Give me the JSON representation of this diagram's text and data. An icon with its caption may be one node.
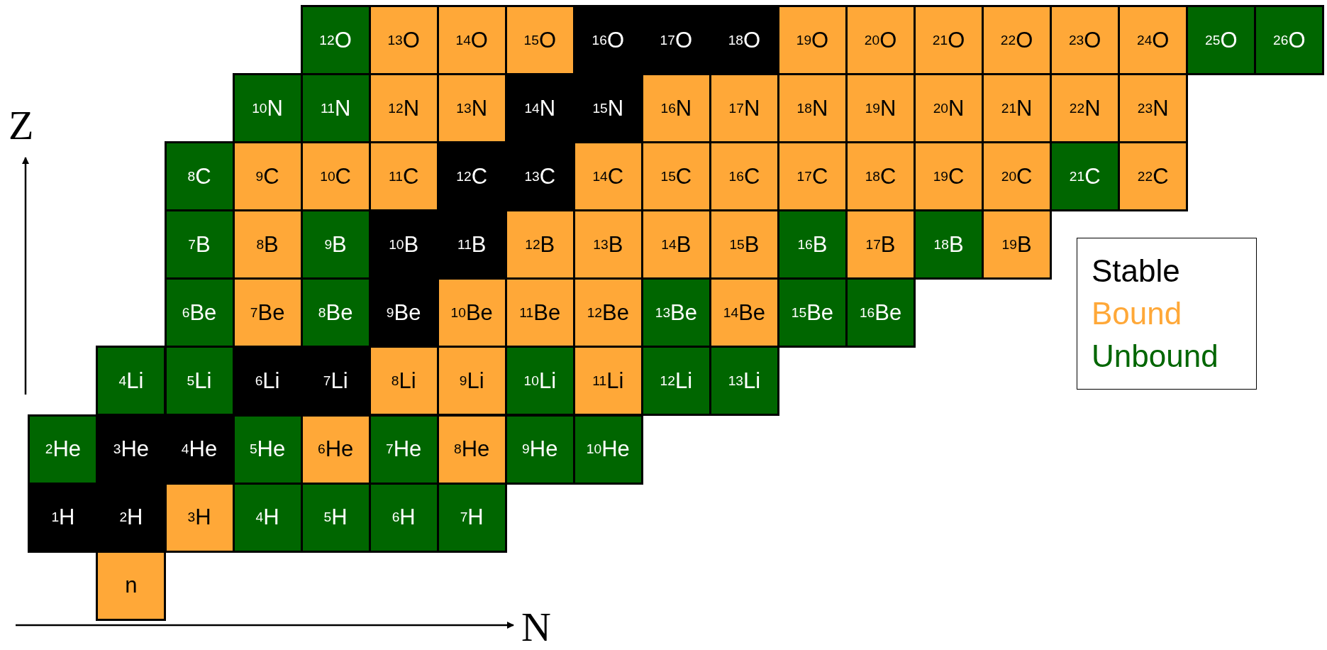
{
  "diagram": {
    "nodes": [
      {
        "text": [
          "$^{12}$O"
        ]
      },
      {
        "text": [
          "$^{13}$O"
        ]
      },
      {
        "text": [
          "$^{14}$O"
        ]
      },
      {
        "text": [
          "$^{15}$O"
        ]
      },
      {
        "text": [
          "$^{16}$O"
        ]
      },
      {
        "text": [
          "$^{17}$O"
        ]
      },
      {
        "text": [
          "$^{18}$O"
        ]
      },
      {
        "text": [
          "$^{19}$O"
        ]
      },
      {
        "text": [
          "$^{20}$O"
        ]
      },
      {
        "text": [
          "$^{21}$O"
        ]
      },
      {
        "text": [
          "$^{22}$O"
        ]
      },
      {
        "text": [
          "$^{23}$O"
        ]
      },
      {
        "text": [
          "$^{24}$O"
        ]
      },
      {
        "text": [
          "$^{25}$O"
        ]
      },
      {
        "text": [
          "$^{26}$O"
        ]
      },
      {
        "text": [
          "$^{10}$N"
        ]
      },
      {
        "text": [
          "$^{11}$N"
        ]
      },
      {
        "text": [
          "$^{12}$N"
        ]
      },
      {
        "text": [
          "$^{13}$N"
        ]
      },
      {
        "text": [
          "$^{14}$N"
        ]
      },
      {
        "text": [
          "$^{15}$N"
        ]
      },
      {
        "text": [
          "$^{16}$N"
        ]
      },
      {
        "text": [
          "$^{17}$N"
        ]
      },
      {
        "text": [
          "$^{18}$N"
        ]
      },
      {
        "text": [
          "$^{19}$N"
        ]
      },
      {
        "text": [
          "$^{20}$N"
        ]
      },
      {
        "text": [
          "$^{21}$N"
        ]
      },
      {
        "text": [
          "$^{22}$N"
        ]
      },
      {
        "text": [
          "$^{23}$N"
        ]
      },
      {
        "text": [
          "$^{8}$C"
        ]
      },
      {
        "text": [
          "$^{9}$C"
        ]
      },
      {
        "text": [
          "$^{10}$C"
        ]
      },
      {
        "text": [
          "$^{11}$C"
        ]
      },
      {
        "text": [
          "$^{12}$C"
        ]
      },
      {
        "text": [
          "$^{13}$C"
        ]
      },
      {
        "text": [
          "$^{14}$C"
        ]
      },
      {
        "text": [
          "$^{15}$C"
        ]
      },
      {
        "text": [
          "$^{16}$C"
        ]
      },
      {
        "text": [
          "$^{17}$C"
        ]
      },
      {
        "text": [
          "$^{18}$C"
        ]
      },
      {
        "text": [
          "$^{19}$C"
        ]
      },
      {
        "text": [
          "$^{20}$C"
        ]
      },
      {
        "text": [
          "$^{21}$C"
        ]
      },
      {
        "text": [
          "$^{22}$C"
        ]
      },
      {
        "text": [
          "$^{7}$B"
        ]
      },
      {
        "text": [
          "$^{8}$B"
        ]
      },
      {
        "text": [
          "$^{9}$B"
        ]
      },
      {
        "text": [
          "$^{10}$B"
        ]
      },
      {
        "text": [
          "$^{11}$B"
        ]
      },
      {
        "text": [
          "$^{12}$B"
        ]
      },
      {
        "text": [
          "$^{13}$B"
        ]
      },
      {
        "text": [
          "$^{14}$B"
        ]
      },
      {
        "text": [
          "$^{15}$B"
        ]
      },
      {
        "text": [
          "$^{16}$B"
        ]
      },
      {
        "text": [
          "$^{17}$B"
        ]
      },
      {
        "text": [
          "$^{18}$B"
        ]
      },
      {
        "text": [
          "$^{19}$B"
        ]
      },
      {
        "text": [
          "$^{6}$Be"
        ]
      },
      {
        "text": [
          "$^{7}$Be"
        ]
      },
      {
        "text": [
          "$^{8}$Be"
        ]
      },
      {
        "text": [
          "$^{9}$Be"
        ]
      },
      {
        "text": [
          "$^{10}$Be"
        ]
      },
      {
        "text": [
          "$^{11}$Be"
        ]
      },
      {
        "text": [
          "$^{12}$Be"
        ]
      },
      {
        "text": [
          "$^{13}$Be"
        ]
      },
      {
        "text": [
          "$^{14}$Be"
        ]
      },
      {
        "text": [
          "$^{15}$Be"
        ]
      },
      {
        "text": [
          "$^{16}$Be"
        ]
      },
      {
        "text": [
          "$^{4}$Li"
        ]
      },
      {
        "text": [
          "$^{5}$Li"
        ]
      },
      {
        "text": [
          "$^{6}$Li"
        ]
      },
      {
        "text": [
          "$^{7}$Li"
        ]
      },
      {
        "text": [
          "$^{8}$Li"
        ]
      },
      {
        "text": [
          "$^{9}$Li"
        ]
      },
      {
        "text": [
          "$^{10}$Li"
        ]
      },
      {
        "text": [
          "$^{11}$Li"
        ]
      },
      {
        "text": [
          "$^{12}$Li"
        ]
      },
      {
        "text": [
          "$^{13}$Li"
        ]
      },
      {
        "text": [
          "$^{2}$He"
        ]
      },
      {
        "text": [
          "$^{3}$He"
        ]
      },
      {
        "text": [
          "$^{4}$He"
        ]
      },
      {
        "text": [
          "$^{5}$He"
        ]
      },
      {
        "text": [
          "$^{6}$He"
        ]
      },
      {
        "text": [
          "$^{7}$He"
        ]
      },
      {
        "text": [
          "$^{8}$He"
        ]
      },
      {
        "text": [
          "$^{9}$He"
        ]
      },
      {
        "text": [
          "$^{10}$He"
        ]
      },
      {
        "text": [
          "$^{1}$H"
        ]
      },
      {
        "text": [
          "$^{2}$H"
        ]
      },
      {
        "text": [
          "$^{3}$H"
        ]
      },
      {
        "text": [
          "$^{4}$H"
        ]
      },
      {
        "text": [
          "$^{5}$H"
        ]
      },
      {
        "text": [
          "$^{6}$H"
        ]
      },
      {
        "text": [
          "$^{7}$H"
        ]
      },
      {
        "text": [
          "n"
        ]
      }
    ],
    "labels": [
      "Z",
      "N"
    ],
    "legend": [
      {
        "text": "Stable",
        "color": "#000000"
      },
      {
        "text": "Bound",
        "color": "#ffa838"
      },
      {
        "text": "Unbound",
        "color": "#006600"
      }
    ]
  }
}
